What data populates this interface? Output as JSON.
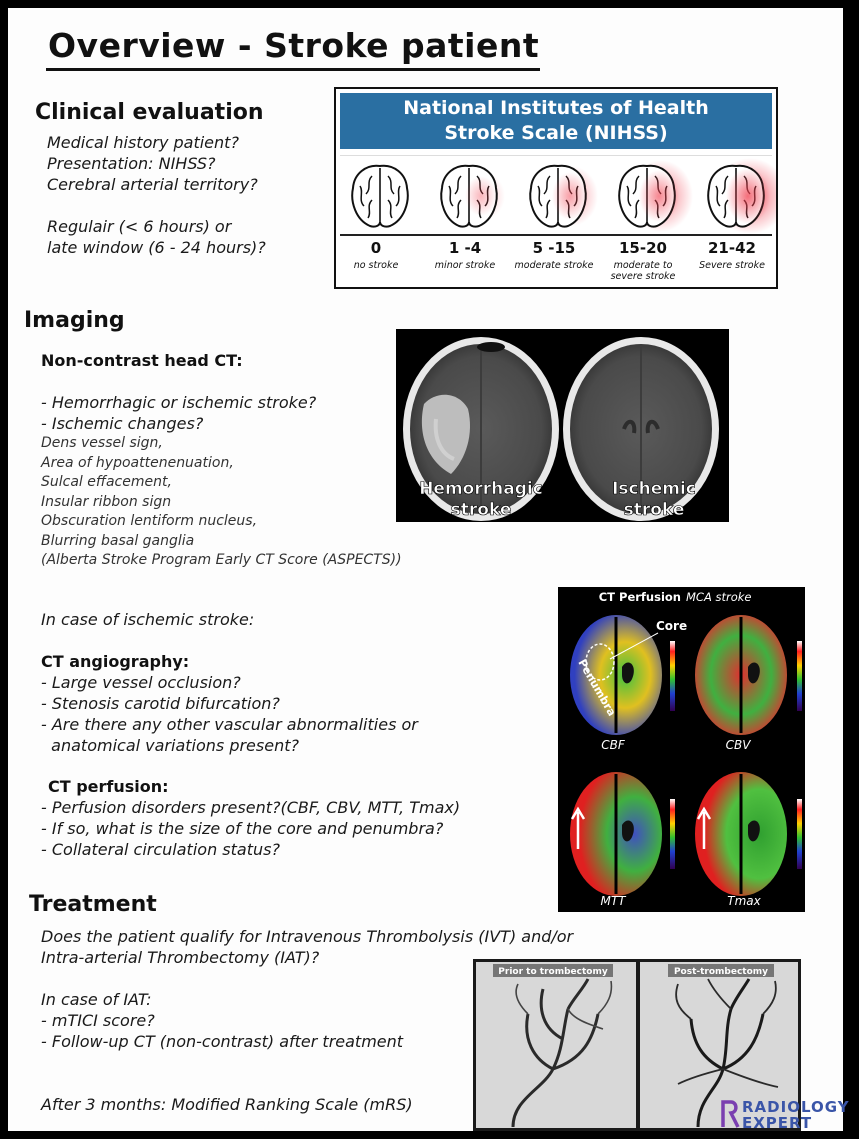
{
  "title": "Overview - Stroke patient",
  "clinical": {
    "heading": "Clinical evaluation",
    "lines": [
      "Medical history patient?",
      "Presentation: NIHSS?",
      "Cerebral arterial territory?",
      "",
      "Regulair (< 6 hours) or",
      "late window (6 - 24 hours)?"
    ]
  },
  "nihss": {
    "title_line1": "National Institutes of Health",
    "title_line2": "Stroke Scale (NIHSS)",
    "scores": [
      {
        "score": "0",
        "label": "no stroke",
        "severity": 0
      },
      {
        "score": "1 -4",
        "label": "minor stroke",
        "severity": 0.35
      },
      {
        "score": "5 -15",
        "label": "moderate stroke",
        "severity": 0.55
      },
      {
        "score": "15-20",
        "label": "moderate to severe stroke",
        "severity": 0.75
      },
      {
        "score": "21-42",
        "label": "Severe stroke",
        "severity": 0.95
      }
    ],
    "header_color": "#2a6fa2"
  },
  "imaging": {
    "heading": "Imaging",
    "ncct_heading": "Non-contrast head CT:",
    "ncct_lines": [
      "- Hemorrhagic or ischemic stroke?",
      "- Ischemic changes?"
    ],
    "signs": [
      "Dens vessel sign,",
      "Area of hypoattenenuation,",
      "Sulcal effacement,",
      "Insular ribbon sign",
      "Obscuration lentiform nucleus,",
      "Blurring basal ganglia",
      "(Alberta Stroke Program Early CT Score (ASPECTS))"
    ],
    "ct_labels": {
      "left_line1": "Hemorrhagic",
      "left_line2": "stroke",
      "right_line1": "Ischemic",
      "right_line2": "stroke"
    },
    "ischemic_intro": "In case of ischemic stroke:",
    "cta_heading": "CT angiography:",
    "cta_lines": [
      "- Large vessel occlusion?",
      "- Stenosis carotid bifurcation?",
      "- Are there any other vascular abnormalities or",
      "  anatomical variations present?"
    ],
    "ctp_heading": "CT perfusion:",
    "ctp_lines": [
      "- Perfusion disorders present?(CBF, CBV, MTT, Tmax)",
      "- If so, what is the size of the core and penumbra?",
      "- Collateral circulation status?"
    ],
    "perfusion": {
      "title": "CT Perfusion",
      "subtitle": "MCA stroke",
      "core_label": "Core",
      "penumbra_label": "Penumbra",
      "maps": [
        "CBF",
        "CBV",
        "MTT",
        "Tmax"
      ]
    }
  },
  "treatment": {
    "heading": "Treatment",
    "lines": [
      "Does the patient qualify for Intravenous Thrombolysis (IVT) and/or",
      "Intra-arterial Thrombectomy (IAT)?",
      "",
      "In case of IAT:",
      "- mTICI score?",
      "- Follow-up CT (non-contrast) after treatment",
      "",
      "",
      "After 3 months: Modified Ranking Scale (mRS)"
    ],
    "angio_labels": {
      "before": "Prior to trombectomy",
      "after": "Post-trombectomy"
    }
  },
  "logo": {
    "line1": "RADIOLOGY",
    "line2": "EXPERT"
  }
}
